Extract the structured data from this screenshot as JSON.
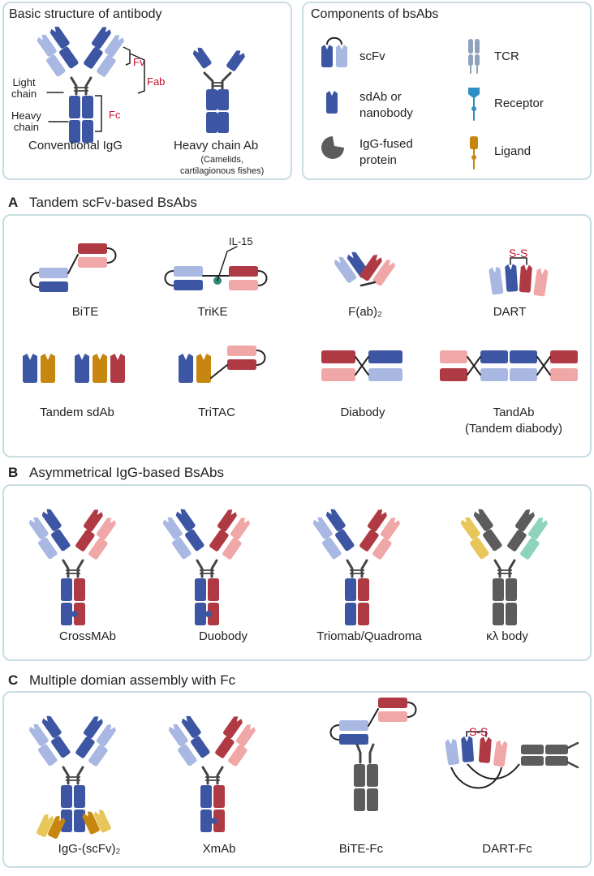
{
  "colors": {
    "dark_blue": "#3d56a3",
    "light_blue": "#a8b8e2",
    "dark_red": "#b03a44",
    "light_red": "#f0a7a8",
    "orange": "#c7860f",
    "yellow": "#e8c75a",
    "gray": "#5c5c5c",
    "teal": "#8ed3bd",
    "panel_border": "#c7dde2",
    "label_red": "#c8102e"
  },
  "top_left": {
    "title": "Basic structure of antibody",
    "fv": "Fv",
    "fab": "Fab",
    "fc": "Fc",
    "light_chain": "Light\nchain",
    "heavy_chain": "Heavy\nchain",
    "conventional": "Conventional IgG",
    "heavy_only": "Heavy chain Ab",
    "heavy_only_note": "(Camelids,\ncartilagionous fishes)"
  },
  "top_right": {
    "title": "Components of bsAbs",
    "items": [
      "scFv",
      "sdAb or\nnanobody",
      "IgG-fused\nprotein",
      "TCR",
      "Receptor",
      "Ligand"
    ]
  },
  "section_a": {
    "letter": "A",
    "title": "Tandem scFv-based BsAbs",
    "il15": "IL-15",
    "ss": "S-S",
    "labels": [
      "BiTE",
      "TriKE",
      "F(ab)₂",
      "DART",
      "Tandem sdAb",
      "TriTAC",
      "Diabody",
      "TandAb\n(Tandem diabody)"
    ]
  },
  "section_b": {
    "letter": "B",
    "title": "Asymmetrical IgG-based BsAbs",
    "labels": [
      "CrossMAb",
      "Duobody",
      "Triomab/Quadroma",
      "κλ body"
    ]
  },
  "section_c": {
    "letter": "C",
    "title": "Multiple domian assembly with Fc",
    "ss": "S-S",
    "labels": [
      "IgG-(scFv)₂",
      "XmAb",
      "BiTE-Fc",
      "DART-Fc"
    ]
  }
}
